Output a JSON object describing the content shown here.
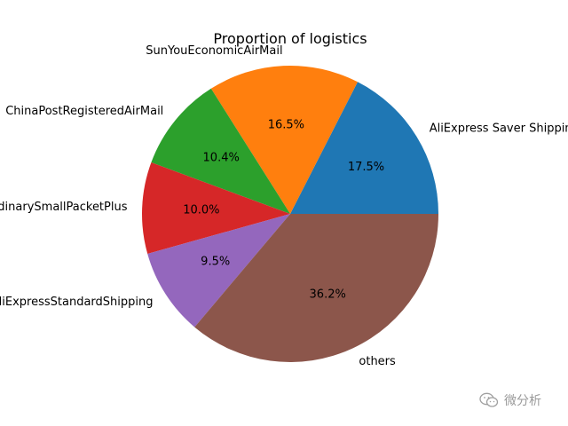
{
  "chart_data": {
    "type": "pie",
    "title": "Proportion of logistics",
    "slices": [
      {
        "label": "AliExpress Saver Shipping",
        "value": 17.5,
        "pct_label": "17.5%",
        "color": "#1f77b4"
      },
      {
        "label": "SunYouEconomicAirMail",
        "value": 16.5,
        "pct_label": "16.5%",
        "color": "#ff7f0e"
      },
      {
        "label": "ChinaPostRegisteredAirMail",
        "value": 10.4,
        "pct_label": "10.4%",
        "color": "#2ca02c"
      },
      {
        "label": "CainiaoOrdinarySmallPacketPlus",
        "value": 10.0,
        "pct_label": "10.0%",
        "color": "#d62728"
      },
      {
        "label": "AliExpressStandardShipping",
        "value": 9.5,
        "pct_label": "9.5%",
        "color": "#9467bd"
      },
      {
        "label": "others",
        "value": 36.2,
        "pct_label": "36.2%",
        "color": "#8c564b"
      }
    ],
    "start_angle_deg": 0,
    "direction": "counterclockwise",
    "legend": "none"
  },
  "watermark": {
    "text": "微分析",
    "icon": "wechat-icon"
  }
}
